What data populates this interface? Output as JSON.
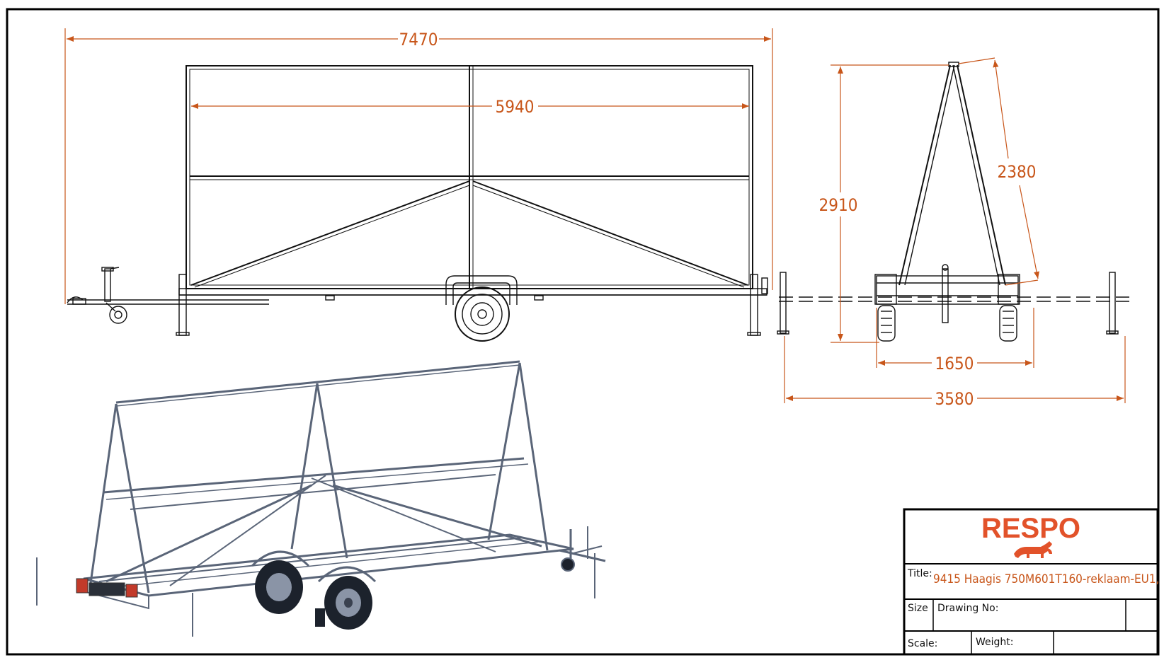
{
  "dimensions": {
    "overall_length": "7470",
    "frame_length": "5940",
    "height": "2910",
    "frame_side": "2380",
    "track_width": "1650",
    "overall_width": "3580"
  },
  "title_block": {
    "brand": "RESPO",
    "title_label": "Title:",
    "title_value": "9415 Haagis 750M601T160-reklaam-EU1,",
    "size_label": "Size",
    "drawing_no_label": "Drawing No:",
    "scale_label": "Scale:",
    "weight_label": "Weight:"
  },
  "colors": {
    "dimension": "#c8561a",
    "brand": "#e2522a",
    "line": "#000000",
    "iso_steel": "#5a6578"
  }
}
